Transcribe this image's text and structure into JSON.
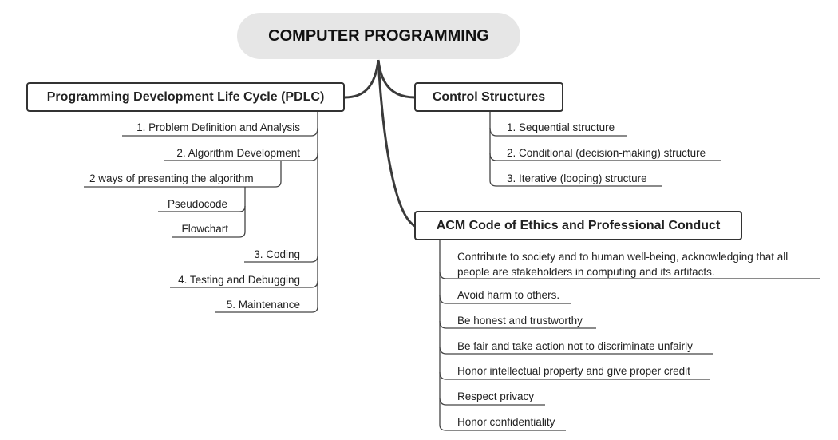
{
  "root": {
    "label": "COMPUTER PROGRAMMING"
  },
  "branches": {
    "pdlc": {
      "label": "Programming Development Life Cycle (PDLC)",
      "items": [
        "1. Problem Definition and Analysis",
        "2. Algorithm Development",
        "3. Coding",
        "4. Testing and Debugging",
        "5. Maintenance"
      ],
      "algorithm_child": {
        "label": "2 ways of presenting the algorithm",
        "items": [
          "Pseudocode",
          "Flowchart"
        ]
      }
    },
    "control": {
      "label": "Control Structures",
      "items": [
        "1. Sequential structure",
        "2. Conditional (decision-making) structure",
        "3. Iterative (looping) structure"
      ]
    },
    "acm": {
      "label": "ACM Code of Ethics and Professional Conduct",
      "items": [
        "Contribute to society and to human well-being, acknowledging that all people are stakeholders in computing and its artifacts.",
        "Avoid harm to others.",
        "Be honest and trustworthy",
        "Be fair and take action not to discriminate unfairly",
        "Honor intellectual property and give proper credit",
        "Respect privacy",
        "Honor confidentiality"
      ]
    }
  },
  "colors": {
    "root_fill": "#e6e6e6",
    "line": "#333333",
    "text": "#222222"
  }
}
